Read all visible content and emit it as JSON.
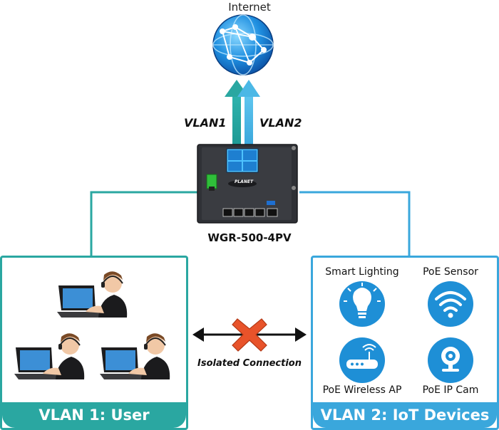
{
  "top": {
    "internet_label": "Internet"
  },
  "uplinks": {
    "vlan1_label": "VLAN1",
    "vlan2_label": "VLAN2"
  },
  "device": {
    "name": "WGR-500-4PV",
    "brand": "PLANET"
  },
  "middle": {
    "isolated_label": "Isolated Connection"
  },
  "panels": {
    "user": {
      "title": "VLAN 1: User"
    },
    "iot": {
      "title": "VLAN 2: IoT Devices",
      "items": [
        {
          "label": "Smart Lighting",
          "icon": "lightbulb-icon"
        },
        {
          "label": "PoE Sensor",
          "icon": "sensor-waves-icon"
        },
        {
          "label": "PoE Wireless AP",
          "icon": "wireless-ap-icon"
        },
        {
          "label": "PoE IP Cam",
          "icon": "ip-camera-icon"
        }
      ]
    }
  },
  "colors": {
    "vlan1": "#2aa7a1",
    "vlan2": "#3aa7dc",
    "blocked": "#e8532a",
    "icon_bg": "#1e8fd6"
  }
}
